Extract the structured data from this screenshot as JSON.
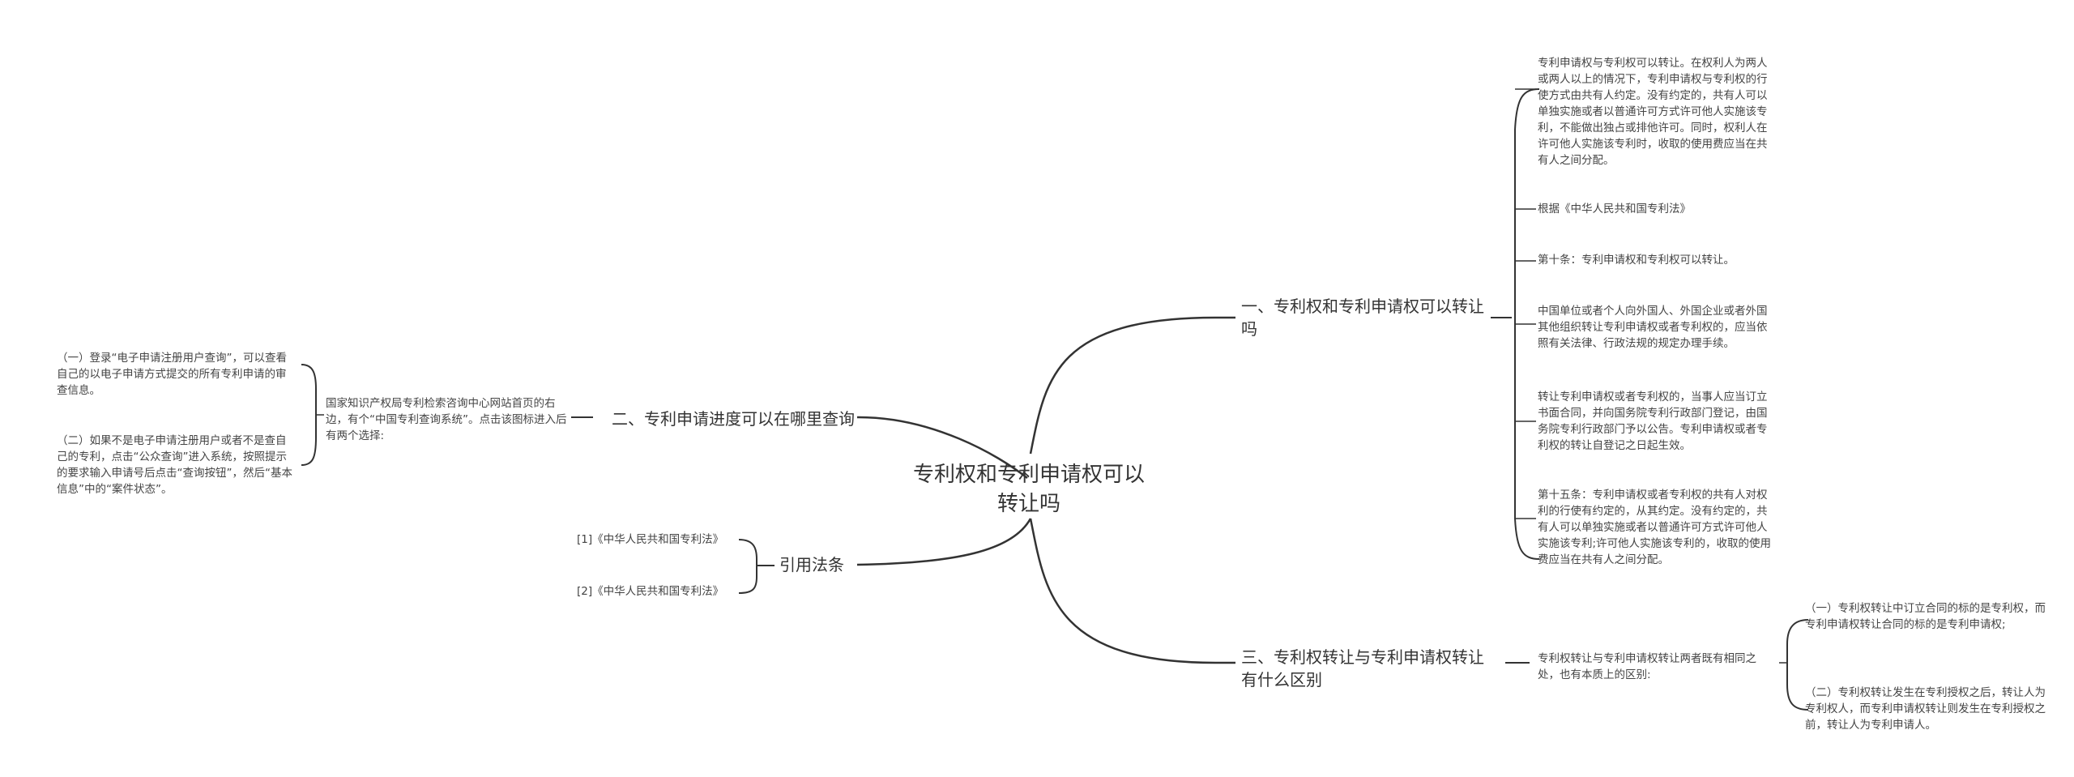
{
  "root": {
    "title": "专利权和专利申请权可以转让吗"
  },
  "branches": {
    "b1": {
      "label": "一、专利权和专利申请权可以转让吗"
    },
    "b2": {
      "label": "二、专利申请进度可以在哪里查询"
    },
    "b3": {
      "label": "三、专利权转让与专利申请权转让有什么区别"
    },
    "b4": {
      "label": "引用法条"
    }
  },
  "b1_children": [
    "专利申请权与专利权可以转让。在权利人为两人或两人以上的情况下，专利申请权与专利权的行使方式由共有人约定。没有约定的，共有人可以单独实施或者以普通许可方式许可他人实施该专利，不能做出独占或排他许可。同时，权利人在许可他人实施该专利时，收取的使用费应当在共有人之间分配。",
    "根据《中华人民共和国专利法》",
    "第十条：专利申请权和专利权可以转让。",
    "中国单位或者个人向外国人、外国企业或者外国其他组织转让专利申请权或者专利权的，应当依照有关法律、行政法规的规定办理手续。",
    "转让专利申请权或者专利权的，当事人应当订立书面合同，并向国务院专利行政部门登记，由国务院专利行政部门予以公告。专利申请权或者专利权的转让自登记之日起生效。",
    "第十五条：专利申请权或者专利权的共有人对权利的行使有约定的，从其约定。没有约定的，共有人可以单独实施或者以普通许可方式许可他人实施该专利;许可他人实施该专利的，收取的使用费应当在共有人之间分配。"
  ],
  "b2_child": "国家知识产权局专利检索咨询中心网站首页的右边，有个“中国专利查询系统”。点击该图标进入后有两个选择:",
  "b2_grandchildren": [
    "（一）登录“电子申请注册用户查询”，可以查看自己的以电子申请方式提交的所有专利申请的审查信息。",
    "（二）如果不是电子申请注册用户或者不是查自己的专利，点击“公众查询”进入系统，按照提示的要求输入申请号后点击“查询按钮”，然后“基本信息”中的“案件状态”。"
  ],
  "b3_child": "专利权转让与专利申请权转让两者既有相同之处，也有本质上的区别:",
  "b3_grandchildren": [
    "（一）专利权转让中订立合同的标的是专利权，而专利申请权转让合同的标的是专利申请权;",
    "（二）专利权转让发生在专利授权之后，转让人为专利权人，而专利申请权转让则发生在专利授权之前，转让人为专利申请人。"
  ],
  "b4_children": [
    "[1]《中华人民共和国专利法》",
    "[2]《中华人民共和国专利法》"
  ],
  "colors": {
    "line": "#333333",
    "text": "#333333"
  }
}
